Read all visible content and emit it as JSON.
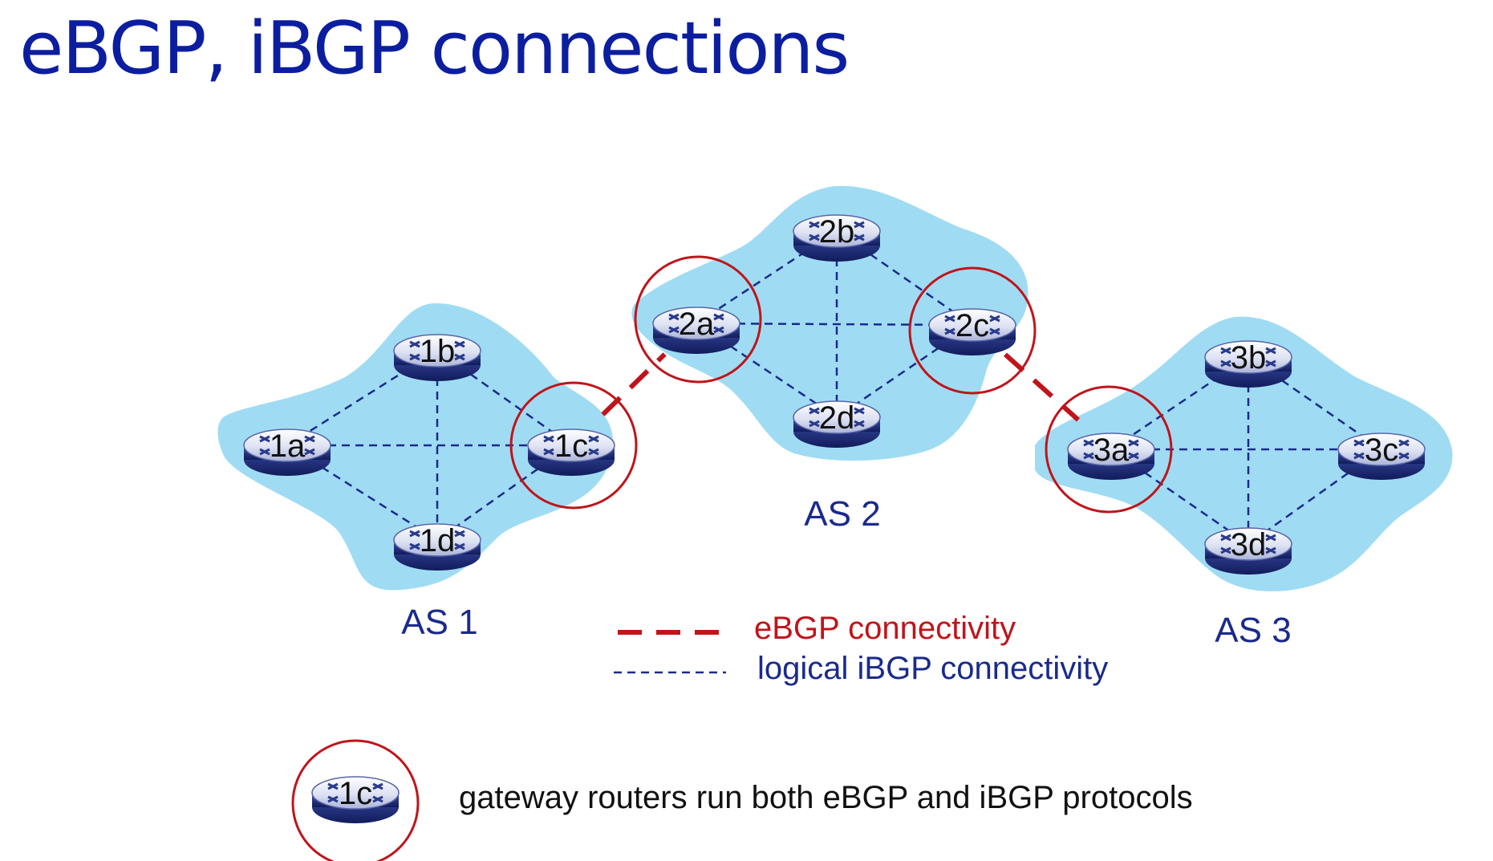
{
  "title": "eBGP, iBGP connections",
  "colors": {
    "title": "#0c1ea0",
    "cloud": "#9fdcf3",
    "ibgp_line": "#1a2a8c",
    "ebgp_line": "#c0141a",
    "gateway_circle": "#c0141a"
  },
  "autonomous_systems": [
    {
      "id": "as1",
      "label": "AS 1"
    },
    {
      "id": "as2",
      "label": "AS 2"
    },
    {
      "id": "as3",
      "label": "AS 3"
    }
  ],
  "routers": [
    {
      "id": "1a",
      "label": "1a",
      "gateway": false
    },
    {
      "id": "1b",
      "label": "1b",
      "gateway": false
    },
    {
      "id": "1c",
      "label": "1c",
      "gateway": true
    },
    {
      "id": "1d",
      "label": "1d",
      "gateway": false
    },
    {
      "id": "2a",
      "label": "2a",
      "gateway": true
    },
    {
      "id": "2b",
      "label": "2b",
      "gateway": false
    },
    {
      "id": "2c",
      "label": "2c",
      "gateway": true
    },
    {
      "id": "2d",
      "label": "2d",
      "gateway": false
    },
    {
      "id": "3a",
      "label": "3a",
      "gateway": true
    },
    {
      "id": "3b",
      "label": "3b",
      "gateway": false
    },
    {
      "id": "3c",
      "label": "3c",
      "gateway": false
    },
    {
      "id": "3d",
      "label": "3d",
      "gateway": false
    }
  ],
  "ibgp_links": [
    [
      "1a",
      "1b"
    ],
    [
      "1a",
      "1c"
    ],
    [
      "1a",
      "1d"
    ],
    [
      "1b",
      "1c"
    ],
    [
      "1b",
      "1d"
    ],
    [
      "1c",
      "1d"
    ],
    [
      "2a",
      "2b"
    ],
    [
      "2a",
      "2c"
    ],
    [
      "2a",
      "2d"
    ],
    [
      "2b",
      "2c"
    ],
    [
      "2b",
      "2d"
    ],
    [
      "2c",
      "2d"
    ],
    [
      "3a",
      "3b"
    ],
    [
      "3a",
      "3c"
    ],
    [
      "3a",
      "3d"
    ],
    [
      "3b",
      "3c"
    ],
    [
      "3b",
      "3d"
    ],
    [
      "3c",
      "3d"
    ]
  ],
  "ebgp_links": [
    [
      "1c",
      "2a"
    ],
    [
      "2c",
      "3a"
    ]
  ],
  "legend": {
    "ebgp_label": "eBGP connectivity",
    "ibgp_label": "logical iBGP connectivity"
  },
  "gateway_note": {
    "router_label": "1c",
    "text": "gateway routers run both eBGP and iBGP protocols"
  }
}
